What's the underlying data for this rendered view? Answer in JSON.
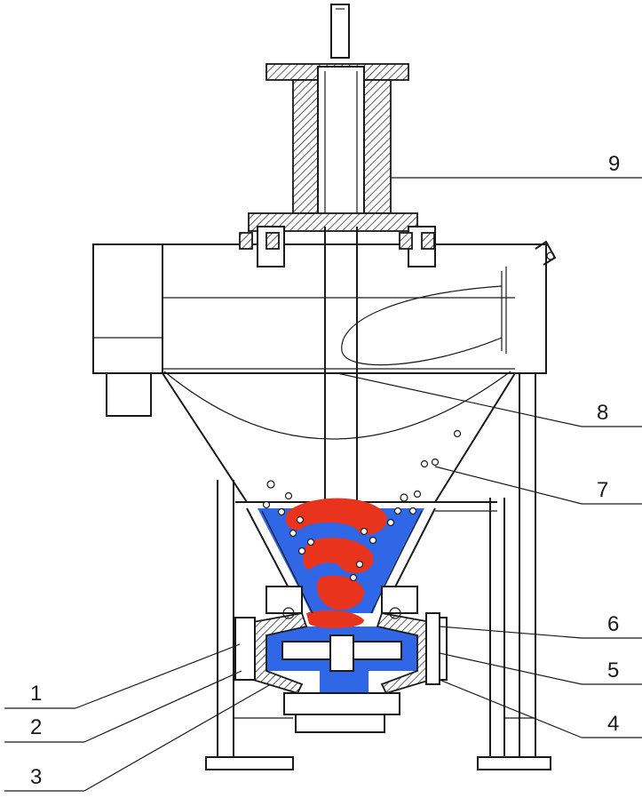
{
  "colors": {
    "slurry": "#2f67e6",
    "froth": "#e8341c",
    "line": "#1a1a1a"
  },
  "callouts": [
    {
      "id": "1",
      "label": "1"
    },
    {
      "id": "2",
      "label": "2"
    },
    {
      "id": "3",
      "label": "3"
    },
    {
      "id": "4",
      "label": "4"
    },
    {
      "id": "5",
      "label": "5"
    },
    {
      "id": "6",
      "label": "6"
    },
    {
      "id": "7",
      "label": "7"
    },
    {
      "id": "8",
      "label": "8"
    },
    {
      "id": "9",
      "label": "9"
    }
  ]
}
